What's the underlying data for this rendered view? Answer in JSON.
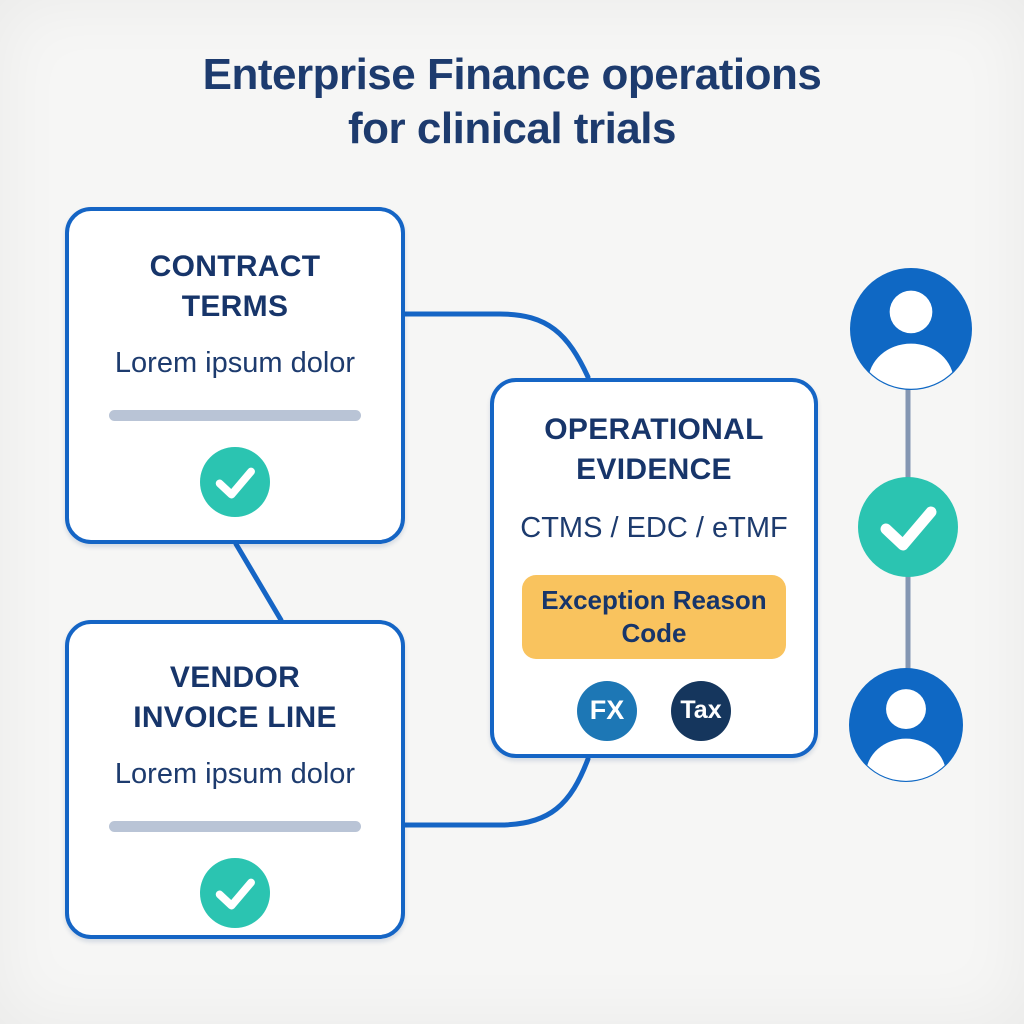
{
  "title": {
    "lines": [
      "Enterprise Finance operations",
      "for clinical trials"
    ]
  },
  "cards": {
    "contract": {
      "title_lines": [
        "CONTRACT",
        "TERMS"
      ],
      "body": "Lorem ipsum dolor",
      "status_icon": "check-icon"
    },
    "vendor": {
      "title_lines": [
        "VENDOR",
        "INVOICE LINE"
      ],
      "body": "Lorem ipsum dolor",
      "status_icon": "check-icon"
    },
    "evidence": {
      "title_lines": [
        "OPERATIONAL",
        "EVIDENCE"
      ],
      "systems": "CTMS / EDC / eTMF",
      "badge_lines": [
        "Exception Reason",
        "Code"
      ],
      "chips": [
        {
          "label": "FX"
        },
        {
          "label": "Tax"
        }
      ]
    }
  },
  "timeline": {
    "icons": [
      "person-icon",
      "check-icon",
      "person-icon"
    ]
  },
  "colors": {
    "background": "#f6f6f5",
    "navy": "#1d3b6e",
    "heading-navy": "#17356a",
    "box-border": "#1565c5",
    "box-bg": "#ffffff",
    "teal": "#2bc4b1",
    "person-blue": "#0f68c4",
    "fx-blue": "#1d77b5",
    "tax-navy": "#15365d",
    "amber": "#f9c35e",
    "gray-bar": "#b9c4d6",
    "line-gray": "#8496b2"
  }
}
